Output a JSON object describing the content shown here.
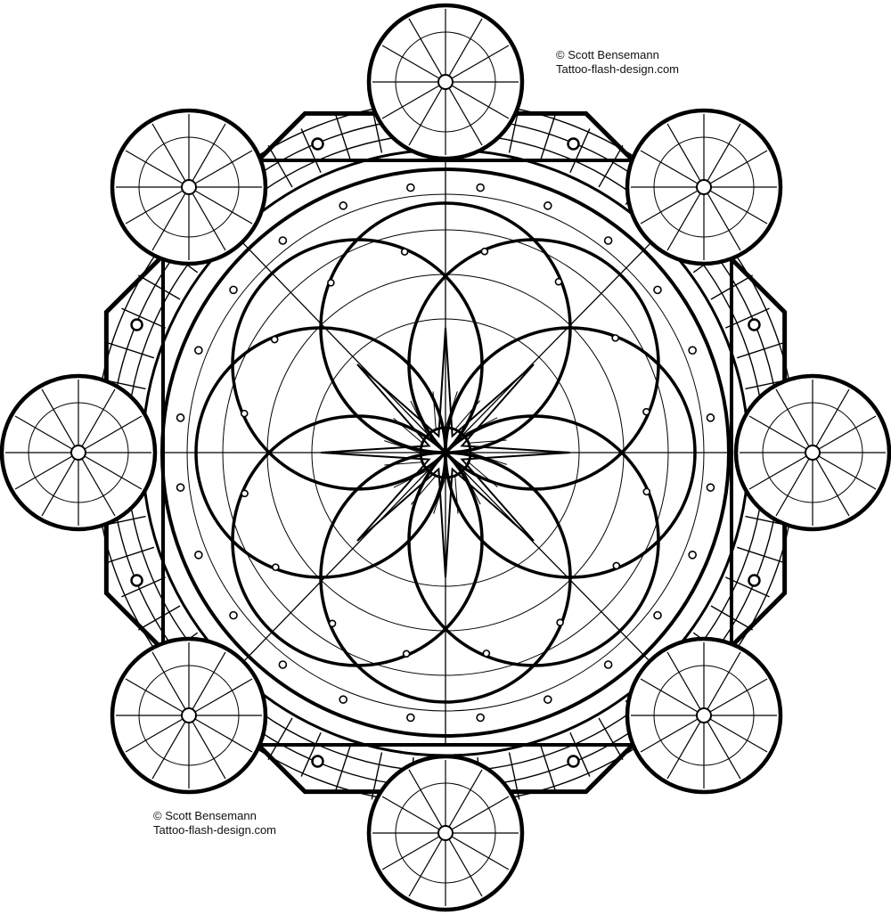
{
  "image": {
    "subject": "mandala-coloring-page",
    "line_color": "#000000",
    "background_color": "#ffffff"
  },
  "credits": {
    "top": {
      "line1": "© Scott Bensemann",
      "line2": "Tattoo-flash-design.com"
    },
    "bottom": {
      "line1": "© Scott Bensemann",
      "line2": "Tattoo-flash-design.com"
    }
  }
}
